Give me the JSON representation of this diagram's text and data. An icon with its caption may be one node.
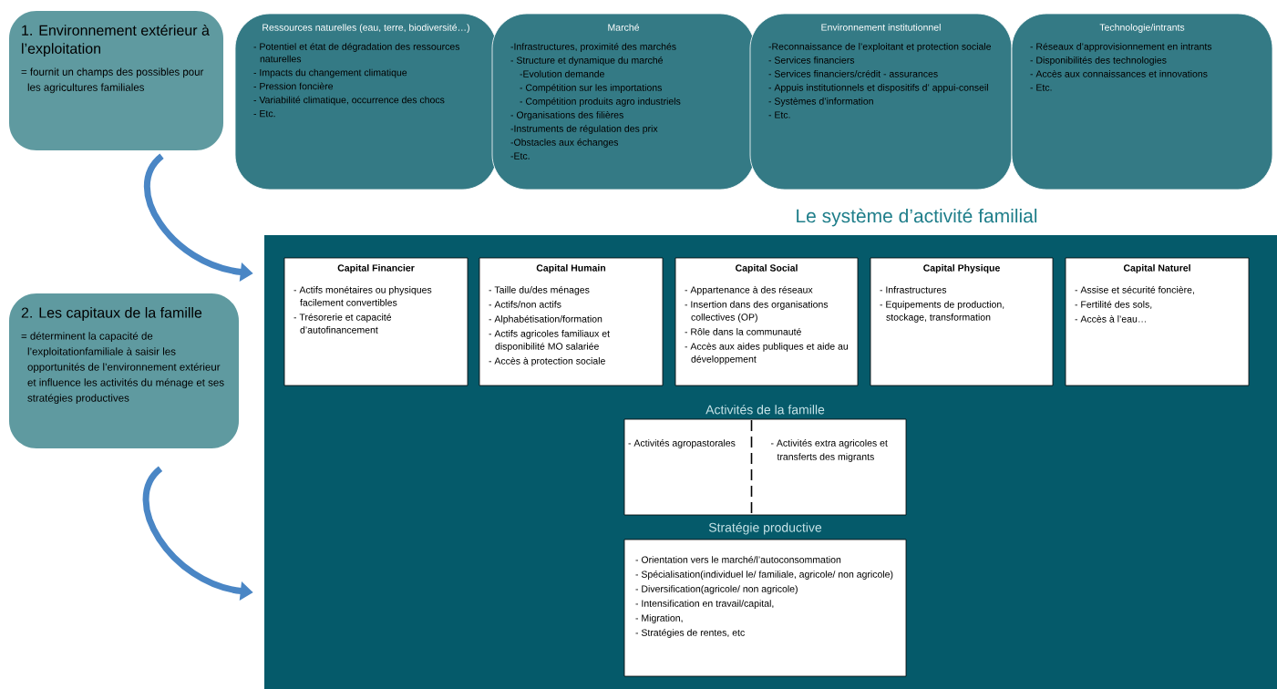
{
  "diagram": {
    "nodes": [
      {
        "text": [
          "1. Environnement extérieur à l’exploitation",
          "= fournit un champs des possibles pour les agricultures familiales"
        ]
      },
      {
        "text": [
          "Ressources naturelles (eau, terre, biodiversité…)",
          "- Potentiel et état de dégradation des ressources naturelles",
          "- Impacts du changement climatique",
          "- Pression foncière",
          "- Variabilité climatique, occurrence des chocs",
          "- Etc."
        ]
      },
      {
        "text": [
          "Marché",
          "-Infrastructures, proximité des marchés",
          "- Structure et dynamique du marché",
          "-Evolution demande",
          "- Compétition sur les importations",
          "- Compétition produits agro industriels",
          "- Organisations des filières",
          "-Instruments de régulation des prix",
          "-Obstacles aux échanges",
          "-Etc."
        ]
      },
      {
        "text": [
          "Environnement institutionnel",
          "-Reconnaissance de l’exploitant et protection sociale",
          "- Services financiers",
          "- Services financiers/crédit - assurances",
          "- Appuis institutionnels et dispositifs d’ appui-conseil",
          "- Systèmes d’information",
          "- Etc."
        ]
      },
      {
        "text": [
          "Technologie/intrants",
          "- Réseaux d’approvisionnement en intrants",
          "- Disponibilités des technologies",
          "- Accès aux connaissances et innovations",
          "- Etc."
        ]
      },
      {
        "text": [
          "2. Les capitaux de la famille",
          "= déterminent la capacité de l’exploitationfamiliale à saisir les opportunités de l’environnement extérieur et influence les activités du ménage et ses stratégies productives"
        ]
      },
      {
        "text": [
          "Le système d’activité familial"
        ]
      },
      {
        "text": [
          "Capital Financier",
          "- Actifs monétaires ou physiques facilement convertibles",
          "- Trésorerie et capacité d’autofinancement"
        ],
        "in": 6
      },
      {
        "text": [
          "Capital Humain",
          "- Taille du/des ménages",
          "- Actifs/non actifs",
          "- Alphabétisation/formation",
          "- Actifs agricoles familiaux et disponibilité MO salariée",
          "- Accès à protection sociale"
        ],
        "in": 6
      },
      {
        "text": [
          "Capital Social",
          "- Appartenance à des réseaux",
          "- Insertion dans des organisations collectives (OP)",
          "- Rôle dans la communauté",
          "- Accès aux aides publiques et aide au développement"
        ],
        "in": 6
      },
      {
        "text": [
          "Capital Physique",
          "- Infrastructures",
          "- Equipements de production, stockage, transformation"
        ],
        "in": 6
      },
      {
        "text": [
          "Capital Naturel",
          "- Assise et sécurité foncière,",
          "- Fertilité des sols,",
          "- Accès à l’eau…"
        ],
        "in": 6
      },
      {
        "text": [
          "Activités de la famille",
          "- Activités agropastorales",
          "- Activités extra agricoles et transferts des migrants"
        ],
        "in": 6
      },
      {
        "text": [
          "Stratégie productive",
          "- Orientation vers le marché/l’autoconsommation",
          "- Spécialisation(individuel le/ familiale, agricole/ non agricole)",
          "- Diversification(agricole/ non agricole)",
          "- Intensification en travail/capital,",
          "- Migration,",
          "- Stratégies de rentes, etc"
        ],
        "in": 6
      }
    ],
    "edges": [
      {
        "from": 0,
        "to": 6,
        "arrow": "to"
      },
      {
        "from": 5,
        "to": 6,
        "arrow": "to"
      }
    ]
  }
}
